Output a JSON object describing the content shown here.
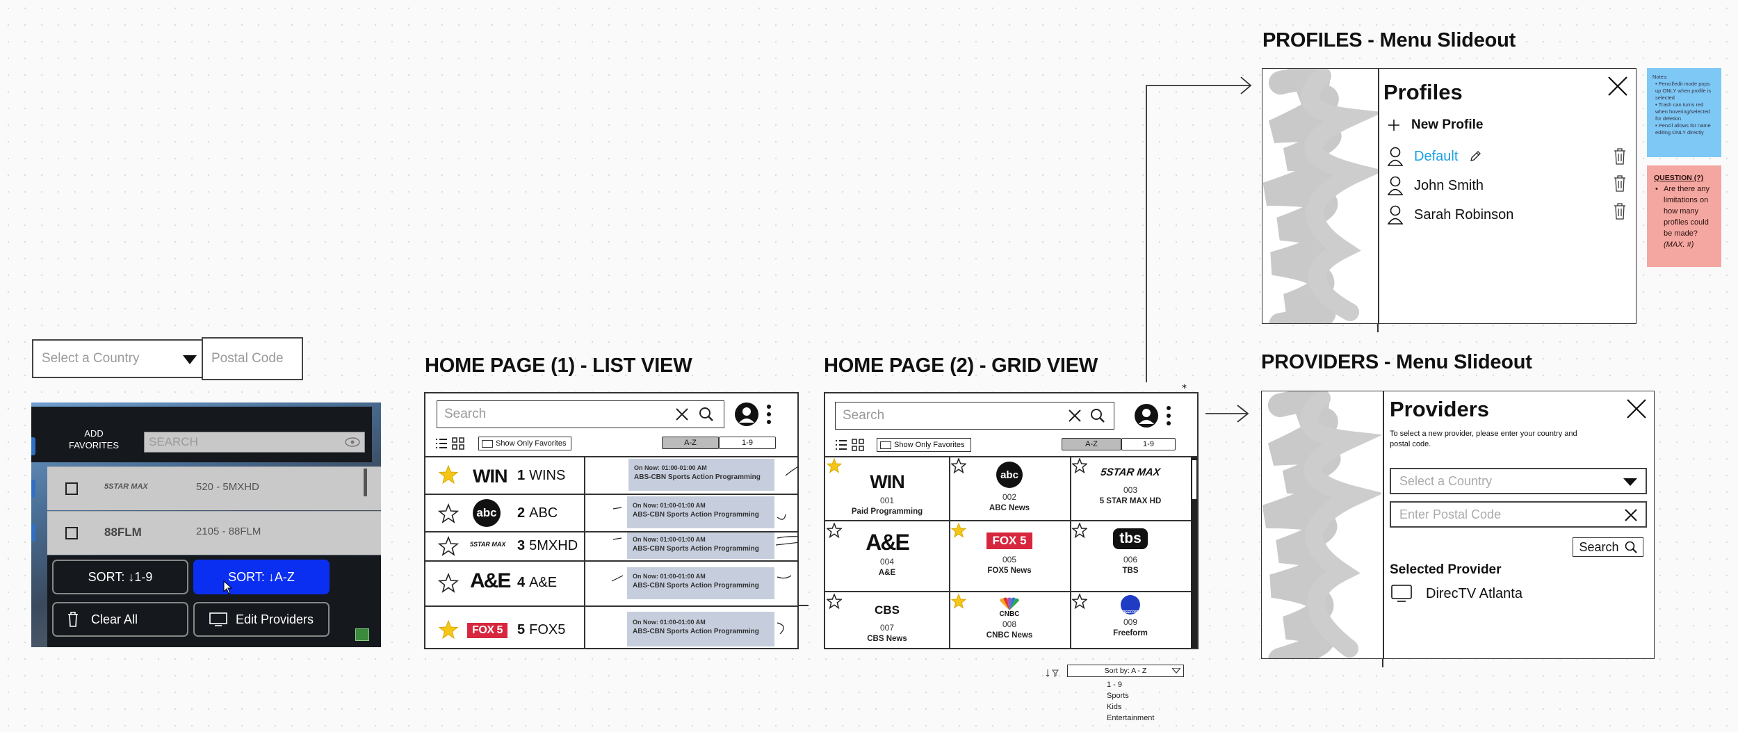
{
  "titles": {
    "profiles": "PROFILES - Menu Slideout",
    "providers": "PROVIDERS - Menu Slideout",
    "list_view": "HOME PAGE (1) - LIST VIEW",
    "grid_view": "HOME PAGE (2) - GRID VIEW"
  },
  "location_inputs": {
    "country_placeholder": "Select a Country",
    "postal_placeholder": "Postal Code"
  },
  "favorites_widget": {
    "add_favorites": [
      "ADD",
      "FAVORITES"
    ],
    "search_placeholder": "SEARCH",
    "rows": [
      {
        "logo": "5STAR MAX",
        "label": "520 - 5MXHD"
      },
      {
        "logo": "88FLM",
        "label": "2105 - 88FLM"
      }
    ],
    "sort_num": "SORT: ↓1-9",
    "sort_az": "SORT: ↓A-Z",
    "clear_all": "Clear All",
    "edit_providers": "Edit Providers"
  },
  "list_view": {
    "search_placeholder": "Search",
    "show_only_favorites": "Show Only Favorites",
    "sort_az": "A-Z",
    "sort_num": "1-9",
    "channels": [
      {
        "logo": "WIN",
        "num": "1",
        "name": "WINS",
        "fav": true
      },
      {
        "logo": "abc",
        "num": "2",
        "name": "ABC",
        "fav": false
      },
      {
        "logo": "5STAR MAX",
        "num": "3",
        "name": "5MXHD",
        "fav": false
      },
      {
        "logo": "A&E",
        "num": "4",
        "name": "A&E",
        "fav": false
      },
      {
        "logo": "FOX 5",
        "num": "5",
        "name": "FOX5",
        "fav": true
      }
    ],
    "on_now_line1": "On Now: 01:00-01:00 AM",
    "on_now_line2": "ABS-CBN Sports Action Programming"
  },
  "grid_view": {
    "search_placeholder": "Search",
    "show_only_favorites": "Show Only Favorites",
    "sort_az": "A-Z",
    "sort_num": "1-9",
    "cells": [
      {
        "logo": "WIN",
        "num": "001",
        "name": "Paid Programming",
        "fav": true
      },
      {
        "logo": "abc",
        "num": "002",
        "name": "ABC News",
        "fav": false
      },
      {
        "logo": "5STAR MAX",
        "num": "003",
        "name": "5 STAR MAX HD",
        "fav": false
      },
      {
        "logo": "A&E",
        "num": "004",
        "name": "A&E",
        "fav": false
      },
      {
        "logo": "FOX 5",
        "num": "005",
        "name": "FOX5 News",
        "fav": true
      },
      {
        "logo": "tbs",
        "num": "006",
        "name": "TBS",
        "fav": false
      },
      {
        "logo": "CBS",
        "num": "007",
        "name": "CBS News",
        "fav": false
      },
      {
        "logo": "CNBC",
        "num": "008",
        "name": "CNBC News",
        "fav": true
      },
      {
        "logo": "FREEFORM",
        "num": "009",
        "name": "Freeform",
        "fav": false
      }
    ],
    "sort_dropdown": {
      "selected": "Sort by: A - Z",
      "options": [
        "1 - 9",
        "Sports",
        "Kids",
        "Entertainment"
      ]
    }
  },
  "profiles": {
    "heading": "Profiles",
    "new_profile": "New Profile",
    "items": [
      "Default",
      "John Smith",
      "Sarah Robinson"
    ],
    "note_lines": [
      "Notes:",
      "• Pencil/edit mode pops up ONLY when profile is selected",
      "• Trash can turns red when hovering/selected for deletion",
      "• Pencil allows for name editing ONLY directly"
    ],
    "question_title": "QUESTION (?)",
    "question_lines": [
      "Are there any",
      "limitations on",
      "how many",
      "profiles could",
      "be made?",
      "(MAX. #)"
    ]
  },
  "providers": {
    "heading": "Providers",
    "instruction": "To select a new provider, please enter your country and postal code.",
    "country_placeholder": "Select a Country",
    "postal_placeholder": "Enter Postal Code",
    "search_label": "Search",
    "selected_heading": "Selected Provider",
    "selected_name": "DirecTV Atlanta"
  },
  "colors": {
    "accent_blue": "#1a9fe0",
    "fav_yellow": "#f5c518",
    "sort_active": "#0b2ff0",
    "note_blue": "#7ec8f6",
    "note_red": "#f4a7a0"
  }
}
